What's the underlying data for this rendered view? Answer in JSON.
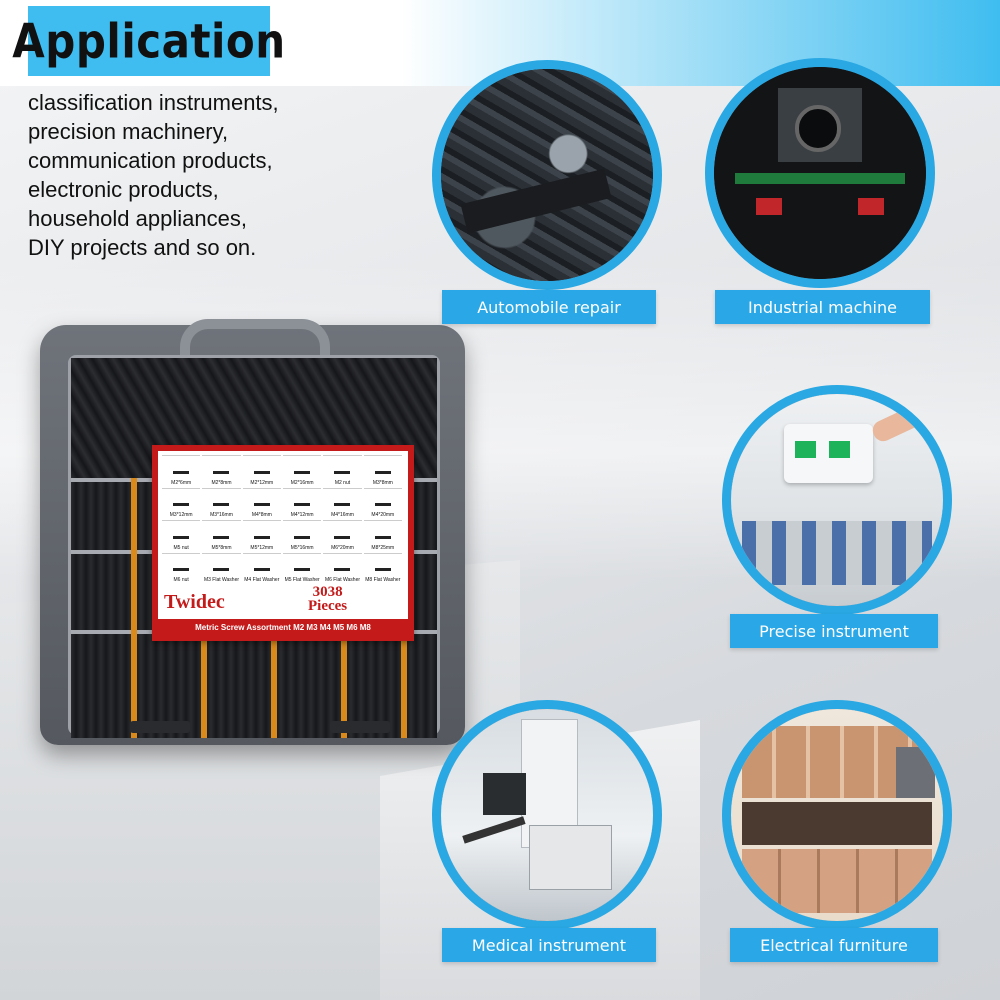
{
  "header": {
    "title": "Application",
    "accent_color": "#3fbdf0"
  },
  "description": {
    "lines": [
      "classification instruments,",
      "precision machinery,",
      "communication products,",
      "electronic products,",
      "household appliances,",
      "DIY projects and so on."
    ]
  },
  "product": {
    "brand": "Twidec",
    "count": "3038",
    "count_unit": "Pieces",
    "subtitle": "Metric Screw Assortment M2 M3 M4 M5 M6 M8",
    "label_color": "#c41a1a",
    "divider_color": "#d98a1a",
    "grid_items": [
      "M2*6mm",
      "M2*8mm",
      "M2*12mm",
      "M2*16mm",
      "M2 nut",
      "M3*8mm",
      "M3*12mm",
      "M3*16mm",
      "M4*8mm",
      "M4*12mm",
      "M4*16mm",
      "M4*20mm",
      "M5 nut",
      "M5*8mm",
      "M5*12mm",
      "M5*16mm",
      "M6*20mm",
      "M8*25mm",
      "M6 nut",
      "M3 Flat Washer",
      "M4 Flat Washer",
      "M5 Flat Washer",
      "M6 Flat Washer",
      "M8 Flat Washer"
    ]
  },
  "applications": [
    {
      "label": "Automobile repair",
      "icon": "engine-scene"
    },
    {
      "label": "Industrial machine",
      "icon": "machine-scene"
    },
    {
      "label": "Precise instrument",
      "icon": "instrument-scene"
    },
    {
      "label": "Medical instrument",
      "icon": "medical-scene"
    },
    {
      "label": "Electrical furniture",
      "icon": "kitchen-scene"
    }
  ],
  "colors": {
    "circle_border": "#29a8e3",
    "label_bg": "#2aa7e6"
  }
}
